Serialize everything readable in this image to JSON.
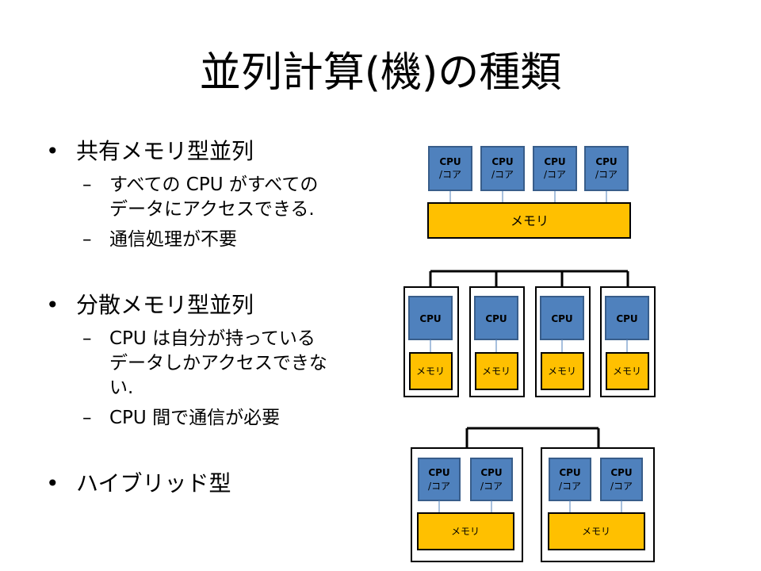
{
  "title": "並列計算(機)の種類",
  "bullets": [
    {
      "label": "共有メモリ型並列",
      "subs": [
        {
          "lines": [
            "すべての CPU がすべての",
            "データにアクセスできる."
          ]
        },
        {
          "lines": [
            "通信処理が不要"
          ]
        }
      ]
    },
    {
      "label": "分散メモリ型並列",
      "subs": [
        {
          "lines": [
            "CPU は自分が持っている",
            "データしかアクセスできな",
            "い."
          ]
        },
        {
          "lines": [
            "CPU 間で通信が必要"
          ]
        }
      ]
    },
    {
      "label": "ハイブリッド型",
      "subs": []
    }
  ],
  "bullet_symbol": "•",
  "sub_symbol": "–",
  "diagrams": {
    "shared": {
      "cpu_line1": "CPU",
      "cpu_line2": "/コア",
      "memory_label": "メモリ"
    },
    "distributed": {
      "cpu_label": "CPU",
      "memory_label": "メモリ"
    },
    "hybrid": {
      "cpu_line1": "CPU",
      "cpu_line2": "/コア",
      "memory_label": "メモリ"
    }
  },
  "colors": {
    "cpu_fill": "#4f81bd",
    "cpu_stroke": "#385d8a",
    "memory_fill": "#ffc000",
    "memory_stroke": "#000000"
  }
}
